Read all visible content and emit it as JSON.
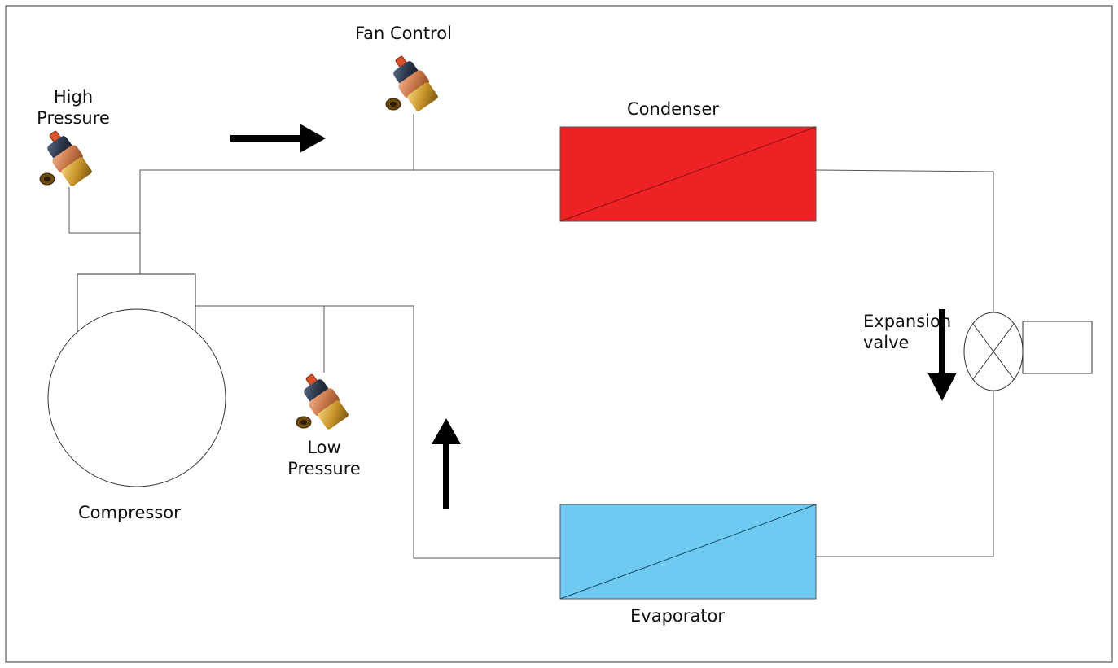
{
  "labels": {
    "high_pressure": [
      "High",
      "Pressure"
    ],
    "fan_control": "Fan Control",
    "condenser": "Condenser",
    "expansion_valve": [
      "Expansion",
      "valve"
    ],
    "low_pressure": [
      "Low",
      "Pressure"
    ],
    "compressor": "Compressor",
    "evaporator": "Evaporator"
  },
  "colors": {
    "condenser_fill": "#ee2224",
    "evaporator_fill": "#6ecaf0",
    "pipe": "#555555",
    "arrow": "#000000",
    "switch_brass": "#c8952a",
    "switch_copper": "#c9774a",
    "switch_body": "#2a3548",
    "switch_terminal": "#d9522c"
  },
  "icons": {
    "pressure_switch": "pressure-switch-icon",
    "flow_arrow": "flow-arrow-icon",
    "expansion_valve": "expansion-valve-icon"
  },
  "flow_arrows": [
    "right",
    "down",
    "up"
  ]
}
